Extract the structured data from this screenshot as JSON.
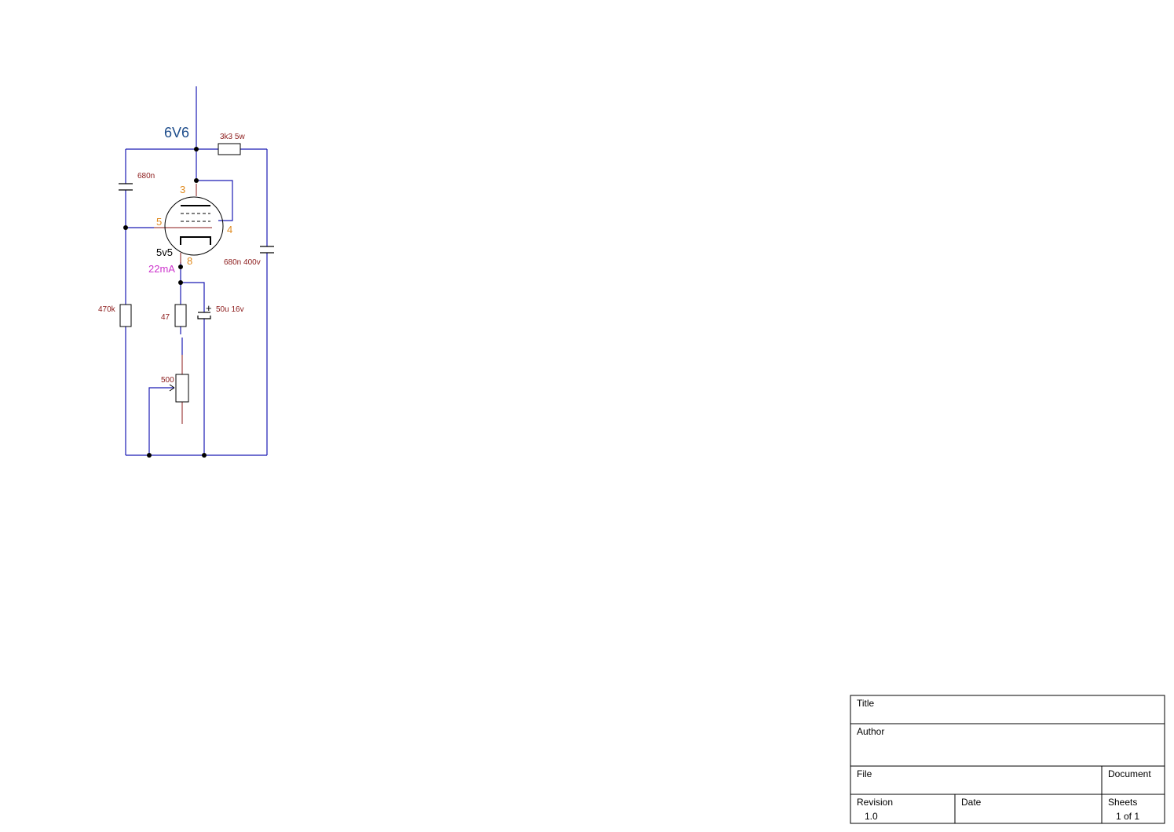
{
  "schematic": {
    "tube": {
      "name": "6V6",
      "pin_anode": "3",
      "pin_g2": "4",
      "pin_g1": "5",
      "pin_cathode": "8"
    },
    "labels": {
      "cathode_voltage": "5v5",
      "cathode_current": "22mA",
      "r_anode": "3k3 5w",
      "c_input": "680n",
      "c_output": "680n 400v",
      "r_grid": "470k",
      "r_cathode": "47",
      "c_cathode": "50u 16v",
      "pot": "500",
      "plus_sign": "+"
    },
    "colors": {
      "wire": "#1a1ab3",
      "component": "#8b1a1a",
      "pin": "#e08a1e",
      "tube_label": "#1f4e8c",
      "current": "#cc33cc"
    }
  },
  "title_block": {
    "title_label": "Title",
    "author_label": "Author",
    "file_label": "File",
    "document_label": "Document",
    "revision_label": "Revision",
    "revision_value": "1.0",
    "date_label": "Date",
    "sheets_label": "Sheets",
    "sheets_value": "1 of 1"
  }
}
